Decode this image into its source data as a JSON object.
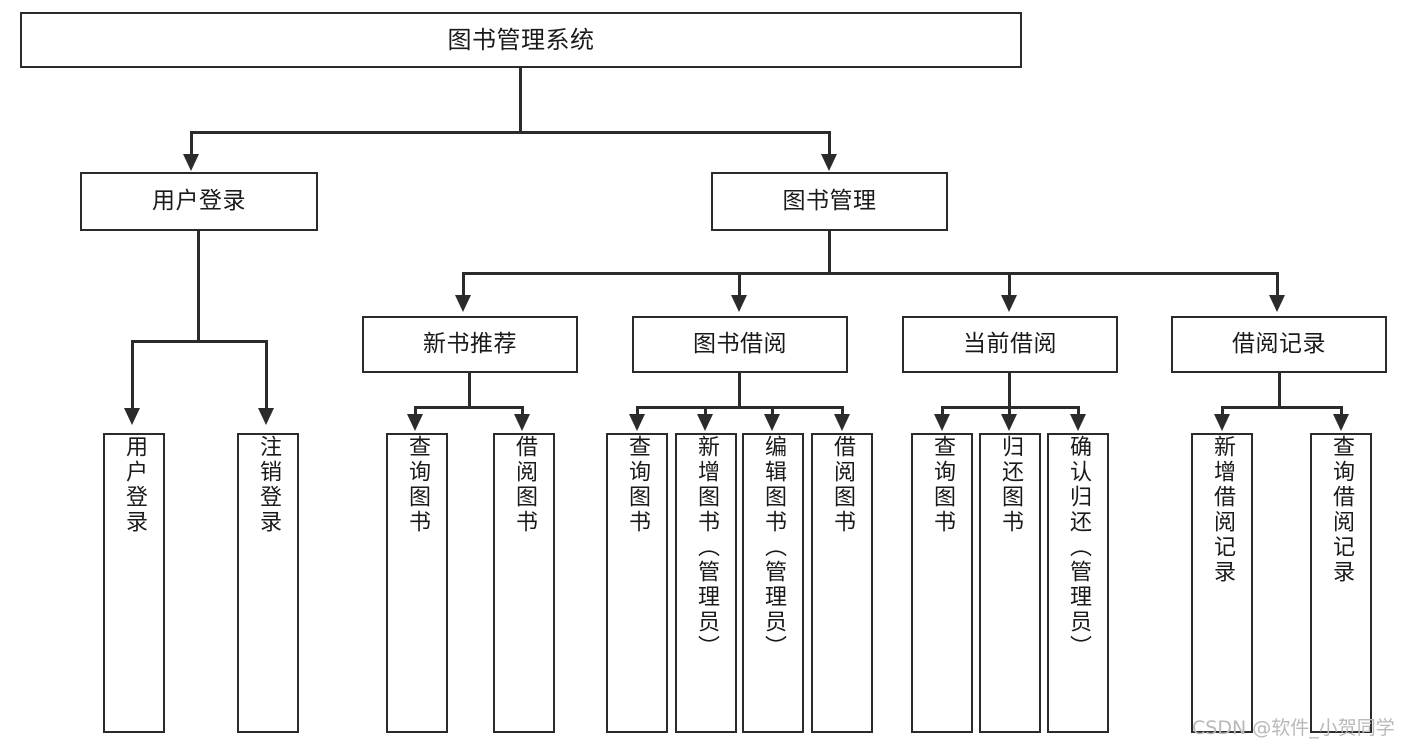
{
  "diagram": {
    "kind": "functional-hierarchy-tree",
    "watermark": "CSDN @软件_小贺同学",
    "colors": {
      "background": "#ffffff",
      "box_border": "#2b2b2b",
      "box_fill": "#ffffff",
      "text": "#1a1a1a",
      "connector": "#2b2b2b",
      "watermark": "#b9b9b9"
    },
    "root": {
      "id": "root",
      "label": "图书管理系统"
    },
    "level2": [
      {
        "id": "user-login",
        "label": "用户登录"
      },
      {
        "id": "book-manage",
        "label": "图书管理"
      }
    ],
    "level3": [
      {
        "id": "new-book-recommend",
        "label": "新书推荐"
      },
      {
        "id": "book-borrow",
        "label": "图书借阅"
      },
      {
        "id": "current-borrow",
        "label": "当前借阅"
      },
      {
        "id": "borrow-record",
        "label": "借阅记录"
      }
    ],
    "leaves": {
      "user-login": [
        {
          "id": "leaf-user-login",
          "label": "用户登录"
        },
        {
          "id": "leaf-user-logout",
          "label": "注销登录"
        }
      ],
      "new-book-recommend": [
        {
          "id": "leaf-query-book-1",
          "label": "查询图书"
        },
        {
          "id": "leaf-borrow-book-1",
          "label": "借阅图书"
        }
      ],
      "book-borrow": [
        {
          "id": "leaf-query-book-2",
          "label": "查询图书"
        },
        {
          "id": "leaf-add-book",
          "label": "新增图书（管理员）"
        },
        {
          "id": "leaf-edit-book",
          "label": "编辑图书（管理员）"
        },
        {
          "id": "leaf-borrow-book-2",
          "label": "借阅图书"
        }
      ],
      "current-borrow": [
        {
          "id": "leaf-query-book-3",
          "label": "查询图书"
        },
        {
          "id": "leaf-return-book",
          "label": "归还图书"
        },
        {
          "id": "leaf-confirm-return",
          "label": "确认归还（管理员）"
        }
      ],
      "borrow-record": [
        {
          "id": "leaf-add-record",
          "label": "新增借阅记录"
        },
        {
          "id": "leaf-query-record",
          "label": "查询借阅记录"
        }
      ]
    }
  }
}
